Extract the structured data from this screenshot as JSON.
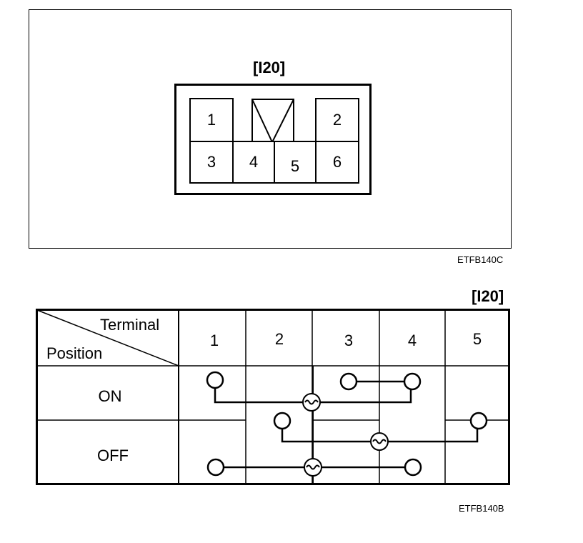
{
  "connector": {
    "id": "[I20]",
    "pins": [
      "1",
      "2",
      "3",
      "4",
      "5",
      "6"
    ],
    "image_code": "ETFB140C"
  },
  "table": {
    "id": "[I20]",
    "header_terminal": "Terminal",
    "header_position": "Position",
    "terminals": [
      "1",
      "2",
      "3",
      "4",
      "5"
    ],
    "positions": [
      "ON",
      "OFF"
    ],
    "image_code": "ETFB140B"
  }
}
